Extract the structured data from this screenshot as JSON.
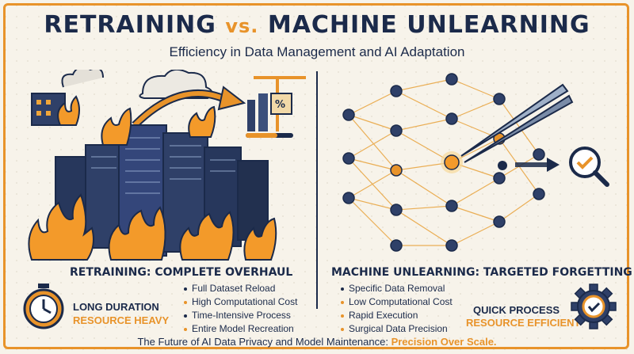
{
  "title": {
    "main_a": "RETRAINING ",
    "vs": "vs.",
    "main_b": " MACHINE UNLEARNING"
  },
  "subtitle": "Efficiency in Data Management and AI Adaptation",
  "left": {
    "heading": "RETRAINING: COMPLETE OVERHAUL",
    "bullets": [
      "Full Dataset Reload",
      "High Computational Cost",
      "Time-Intensive Process",
      "Entire Model Recreation"
    ],
    "tag_primary": "LONG DURATION",
    "tag_secondary": "RESOURCE HEAVY",
    "icons": [
      "stopwatch-icon",
      "server-rack-icon",
      "fire-icon",
      "factory-icon",
      "crane-icon"
    ]
  },
  "right": {
    "heading": "MACHINE UNLEARNING: TARGETED FORGETTING",
    "bullets": [
      "Specific Data Removal",
      "Low Computational Cost",
      "Rapid Execution",
      "Surgical Data Precision"
    ],
    "tag_primary": "QUICK PROCESS",
    "tag_secondary": "RESOURCE EFFICIENT",
    "icons": [
      "neural-network-icon",
      "tweezers-icon",
      "magnifier-check-icon",
      "gear-check-icon"
    ]
  },
  "footer": {
    "text": "The Future of AI Data Privacy and Model Maintenance: ",
    "highlight": "Precision Over Scale."
  },
  "colors": {
    "navy": "#1b2a4a",
    "orange": "#e8932a",
    "background": "#f7f3ea"
  }
}
